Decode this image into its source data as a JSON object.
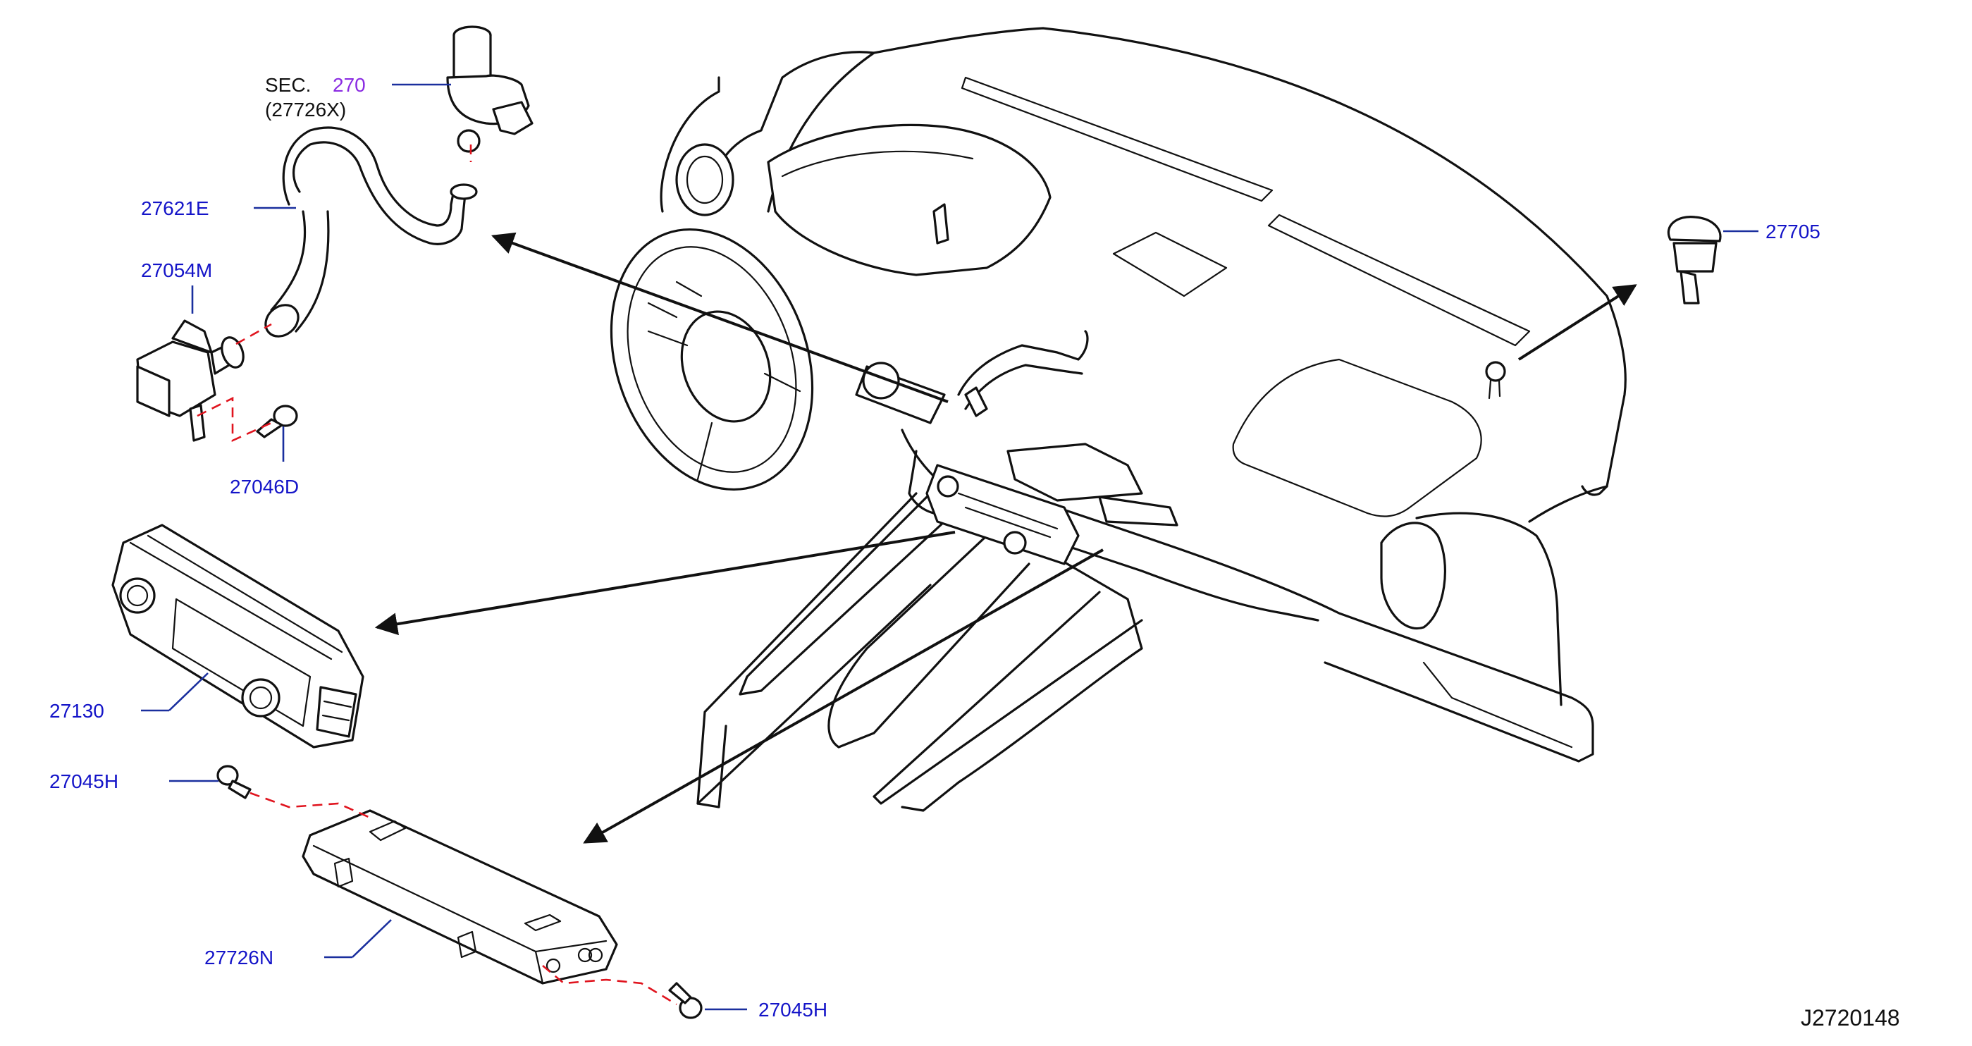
{
  "diagram_id": "J2720148",
  "section_ref": {
    "prefix": "SEC.",
    "number": "270",
    "sub": "(27726X)"
  },
  "callouts": [
    {
      "id": "27621E"
    },
    {
      "id": "27054M"
    },
    {
      "id": "27046D"
    },
    {
      "id": "27130"
    },
    {
      "id": "27045H"
    },
    {
      "id": "27726N"
    },
    {
      "id": "27045H"
    },
    {
      "id": "27705"
    }
  ],
  "colors": {
    "label": "#1414c8",
    "section_number": "#8a2be2",
    "leader": "#1a2f9e",
    "dashed_link": "#e0141e",
    "linework": "#111111"
  }
}
